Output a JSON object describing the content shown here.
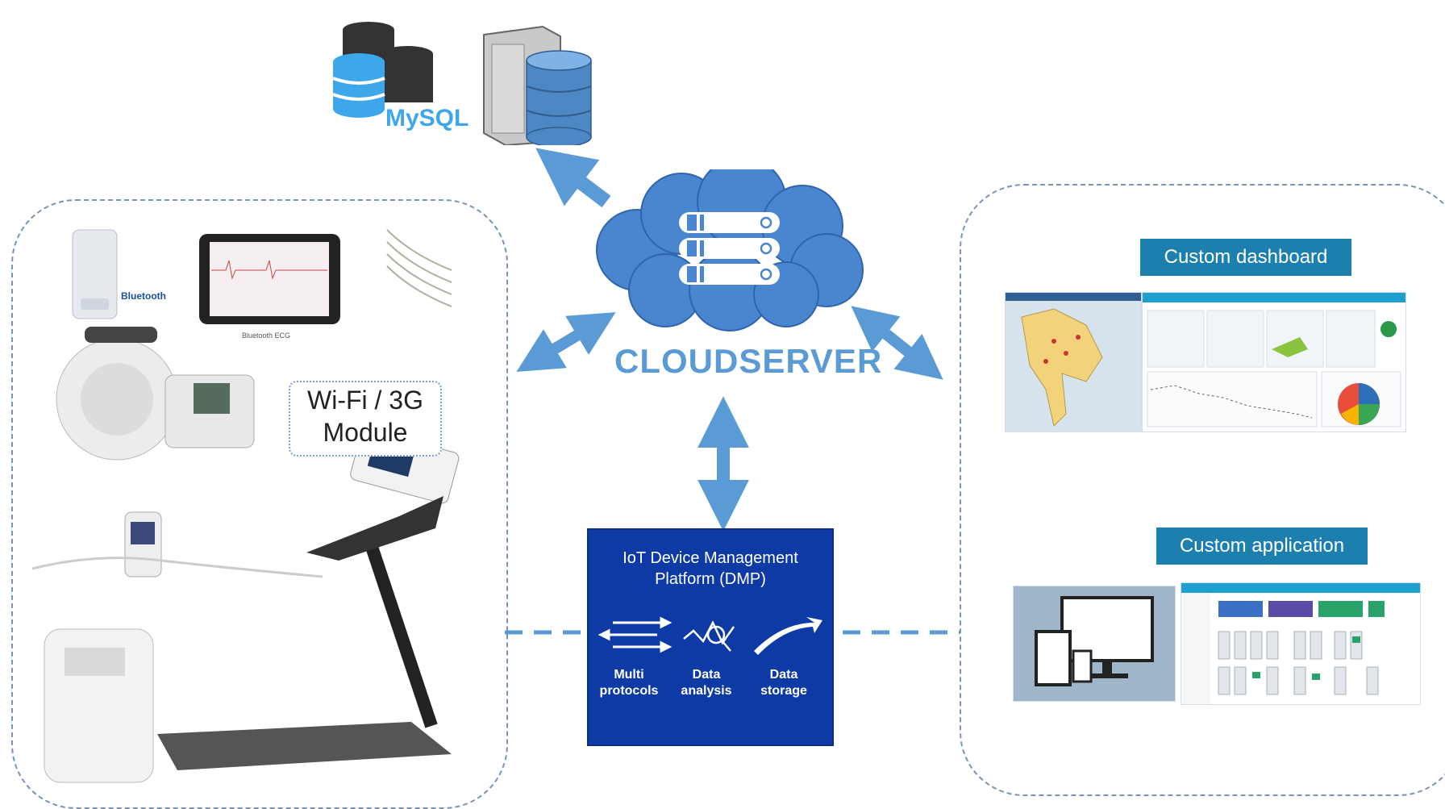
{
  "cloud": {
    "label": "CLOUDSERVER"
  },
  "database": {
    "mysql_label": "MySQL"
  },
  "devices": {
    "module_line1": "Wi-Fi / 3G",
    "module_line2": "Module",
    "ecg_caption": "Bluetooth ECG",
    "bluetooth_label": "Bluetooth"
  },
  "dmp": {
    "title_line1": "IoT Device Management",
    "title_line2": "Platform (DMP)",
    "items": [
      {
        "line1": "Multi",
        "line2": "protocols"
      },
      {
        "line1": "Data",
        "line2": "analysis"
      },
      {
        "line1": "Data",
        "line2": "storage"
      }
    ]
  },
  "outputs": {
    "dashboard_label": "Custom dashboard",
    "application_label": "Custom application"
  },
  "colors": {
    "arrow": "#5b9bd5",
    "cloud": "#4a86d0",
    "dmp": "#0d3aa4",
    "label_box": "#1d7fae"
  }
}
